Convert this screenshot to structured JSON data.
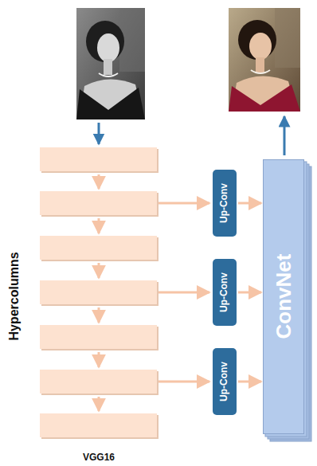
{
  "diagram": {
    "nodes": [
      {
        "text": [
          "Up-Conv"
        ]
      },
      {
        "text": [
          "Up-Conv"
        ]
      },
      {
        "text": [
          "Up-Conv"
        ]
      },
      {
        "text": [
          "ConvNet"
        ]
      }
    ],
    "edges": [
      {
        "from": 0,
        "to": 3,
        "arrow": "to"
      },
      {
        "from": 1,
        "to": 3,
        "arrow": "to"
      },
      {
        "from": 2,
        "to": 3,
        "arrow": "to"
      }
    ],
    "labels": [
      "Hypercolumns",
      "VGG16"
    ]
  }
}
